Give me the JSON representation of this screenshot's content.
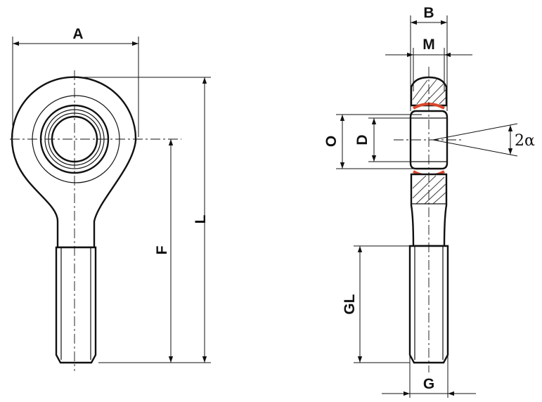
{
  "figure": {
    "labels": {
      "A": "A",
      "B": "B",
      "M": "M",
      "L": "L",
      "F": "F",
      "O": "O",
      "D": "D",
      "alpha": "2α",
      "GL": "GL",
      "G": "G"
    },
    "colors": {
      "line": "#111111",
      "liner": "#d9472b",
      "background": "#ffffff"
    }
  }
}
